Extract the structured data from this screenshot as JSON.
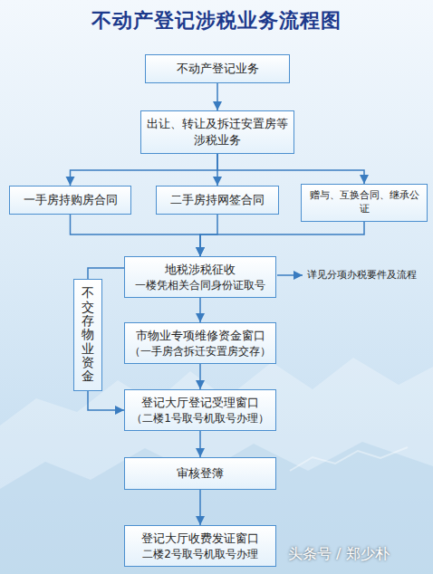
{
  "diagram": {
    "title": "不动产登记涉税业务流程图",
    "nodes": [
      {
        "text": [
          "不动产登记业务"
        ]
      },
      {
        "text": [
          "出让、转让及拆迁安置房等涉税业务"
        ]
      },
      {
        "text": [
          "一手房持购房合同"
        ]
      },
      {
        "text": [
          "二手房持网签合同"
        ]
      },
      {
        "text": [
          "赠与、互换合同、继承公证"
        ]
      },
      {
        "text": [
          "地税涉税征收",
          "一楼凭相关合同身份证取号"
        ]
      },
      {
        "text": [
          "市物业专项维修资金窗口",
          "（一手房含拆迁安置房交存）"
        ]
      },
      {
        "text": [
          "登记大厅登记受理窗口",
          "（二楼1号取号机取号办理）"
        ]
      },
      {
        "text": [
          "审核登簿"
        ]
      },
      {
        "text": [
          "登记大厅收费发证窗口",
          "二楼2号取号机取号办理"
        ]
      },
      {
        "text": [
          "不交存物业资金"
        ]
      }
    ],
    "edges": [
      {
        "from": 0,
        "to": 1,
        "arrow": "to"
      },
      {
        "from": 1,
        "to": 2,
        "arrow": "to"
      },
      {
        "from": 1,
        "to": 3,
        "arrow": "to"
      },
      {
        "from": 1,
        "to": 4,
        "arrow": "to"
      },
      {
        "from": 2,
        "to": 5,
        "arrow": "to"
      },
      {
        "from": 3,
        "to": 5,
        "arrow": "to"
      },
      {
        "from": 4,
        "to": 5,
        "arrow": "to"
      },
      {
        "from": 5,
        "to": 6,
        "arrow": "to"
      },
      {
        "from": 6,
        "to": 7,
        "arrow": "to"
      },
      {
        "from": 7,
        "to": 8,
        "arrow": "to"
      },
      {
        "from": 8,
        "to": 9,
        "arrow": "to"
      },
      {
        "from": 5,
        "to": 10,
        "arrow": "none"
      },
      {
        "from": 10,
        "to": 7,
        "arrow": "to"
      }
    ],
    "labels": [
      "详见分项办税要件及流程",
      "头条号 / 郑少朴"
    ]
  }
}
